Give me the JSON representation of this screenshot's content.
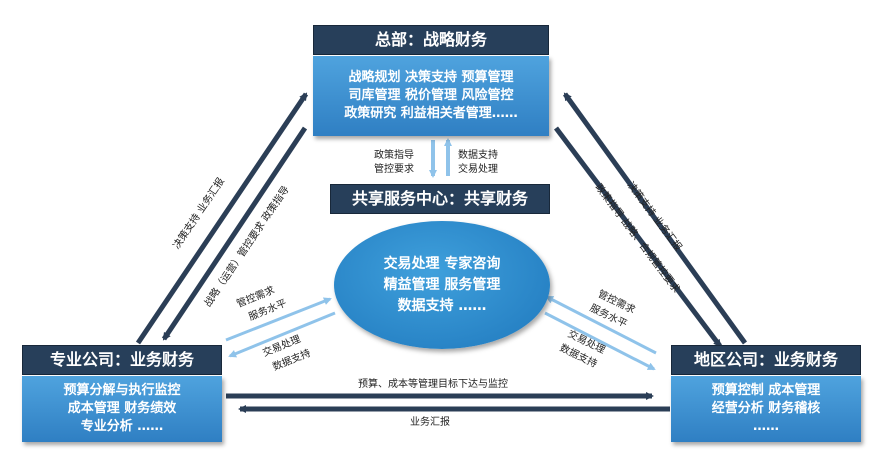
{
  "hq": {
    "title": "总部：战略财务",
    "lines": [
      "战略规划  决策支持  预算管理",
      "司库管理  税价管理  风险管控",
      "政策研究  利益相关者管理……"
    ]
  },
  "ssc": {
    "title": "共享服务中心：共享财务",
    "lines": [
      "交易处理   专家咨询",
      "精益管理   服务管理",
      "数据支持   ……"
    ]
  },
  "specialized": {
    "title": "专业公司：业务财务",
    "lines": [
      "预算分解与执行监控",
      "成本管理   财务绩效",
      "专业分析   ……"
    ]
  },
  "regional": {
    "title": "地区公司：业务财务",
    "lines": [
      "预算控制  成本管理",
      "经营分析  财务稽核",
      "……"
    ]
  },
  "labels": {
    "hq_to_ssc": [
      "政策指导",
      "管控要求"
    ],
    "ssc_to_hq": [
      "数据支持",
      "交易处理"
    ],
    "left_outer": "决策支持 业务汇报",
    "left_inner": "战略（运营）管控要求 政策指导",
    "right_inner": "政策指导 战略、合规管控要求",
    "right_outer": "决策支持 业务汇报",
    "sp_to_ssc": [
      "管控需求",
      "服务水平"
    ],
    "ssc_to_sp": [
      "交易处理",
      "数据支持"
    ],
    "rg_to_ssc": [
      "管控需求",
      "服务水平"
    ],
    "ssc_to_rg": [
      "交易处理",
      "数据支持"
    ],
    "bottom_top": "预算、成本等管理目标下达与监控",
    "bottom_bottom": "业务汇报"
  },
  "colors": {
    "title_bg": "#273f5a",
    "box_bg": "#3a8fd0",
    "arrow_dark": "#2b3e56",
    "arrow_light": "#8fc3ea"
  }
}
